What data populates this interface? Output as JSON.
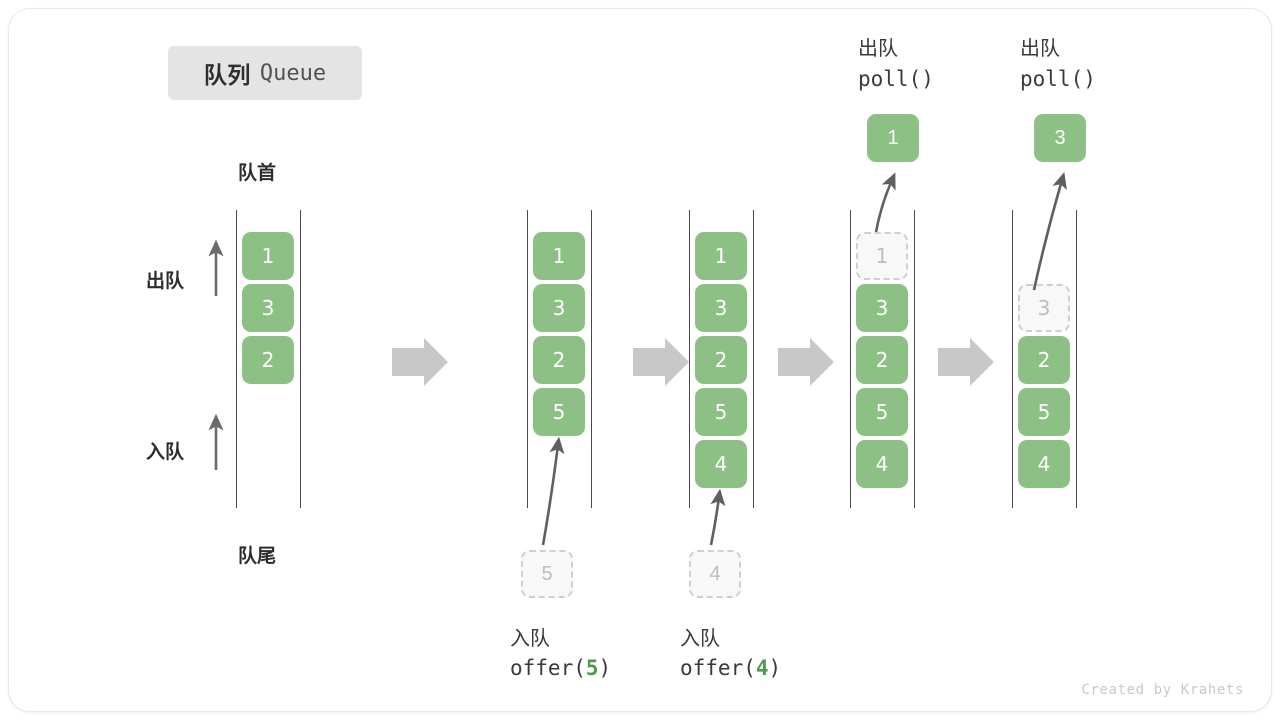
{
  "title": {
    "cn": "队列",
    "en": "Queue"
  },
  "labels": {
    "front": "队首",
    "rear": "队尾",
    "dequeue": "出队",
    "enqueue": "入队"
  },
  "credit": "Created by Krahets",
  "colors": {
    "cell_green": "#8cc084",
    "cell_text": "#ffffff",
    "ghost_fill": "#f8f8f8",
    "ghost_border": "#cfcfcf",
    "ghost_text": "#bdbdbd",
    "rail": "#4a4a4a",
    "flow_arrow": "#c8c8c8",
    "badge_bg": "#e4e4e4",
    "accent_text_green": "#4e9a4e"
  },
  "steps": [
    {
      "id": "step-1-initial",
      "cells": [
        {
          "value": "1",
          "state": "solid"
        },
        {
          "value": "3",
          "state": "solid"
        },
        {
          "value": "2",
          "state": "solid"
        }
      ],
      "caption_cn": "",
      "caption_code": "",
      "top_caption_cn": "",
      "top_caption_code": ""
    },
    {
      "id": "step-2-offer-5",
      "cells": [
        {
          "value": "1",
          "state": "solid"
        },
        {
          "value": "3",
          "state": "solid"
        },
        {
          "value": "2",
          "state": "solid"
        },
        {
          "value": "5",
          "state": "solid"
        }
      ],
      "pending_value": "5",
      "caption_cn": "入队",
      "caption_code": "offer(",
      "caption_arg": "5",
      "caption_code_end": ")"
    },
    {
      "id": "step-3-offer-4",
      "cells": [
        {
          "value": "1",
          "state": "solid"
        },
        {
          "value": "3",
          "state": "solid"
        },
        {
          "value": "2",
          "state": "solid"
        },
        {
          "value": "5",
          "state": "solid"
        },
        {
          "value": "4",
          "state": "solid"
        }
      ],
      "pending_value": "4",
      "caption_cn": "入队",
      "caption_code": "offer(",
      "caption_arg": "4",
      "caption_code_end": ")"
    },
    {
      "id": "step-4-poll-1",
      "cells": [
        {
          "value": "1",
          "state": "ghost"
        },
        {
          "value": "3",
          "state": "solid"
        },
        {
          "value": "2",
          "state": "solid"
        },
        {
          "value": "5",
          "state": "solid"
        },
        {
          "value": "4",
          "state": "solid"
        }
      ],
      "popped_value": "1",
      "top_caption_cn": "出队",
      "top_caption_code": "poll()"
    },
    {
      "id": "step-5-poll-3",
      "cells": [
        {
          "value": "",
          "state": "empty"
        },
        {
          "value": "3",
          "state": "ghost"
        },
        {
          "value": "2",
          "state": "solid"
        },
        {
          "value": "5",
          "state": "solid"
        },
        {
          "value": "4",
          "state": "solid"
        }
      ],
      "popped_value": "3",
      "top_caption_cn": "出队",
      "top_caption_code": "poll()"
    }
  ],
  "flow_arrows": [
    {
      "id": "flow-1"
    },
    {
      "id": "flow-2"
    },
    {
      "id": "flow-3"
    },
    {
      "id": "flow-4"
    }
  ]
}
